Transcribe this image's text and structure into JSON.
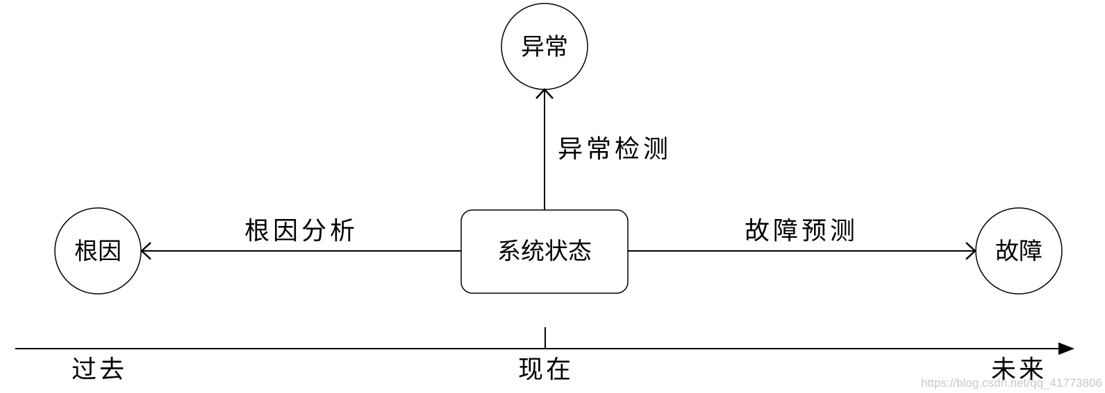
{
  "nodes": {
    "anomaly": "异常",
    "root_cause": "根因",
    "system_state": "系统状态",
    "fault": "故障"
  },
  "edges": {
    "anomaly_detection": "异常检测",
    "root_cause_analysis": "根因分析",
    "fault_prediction": "故障预测"
  },
  "timeline": {
    "past": "过去",
    "present": "现在",
    "future": "未来"
  },
  "watermark": "https://blog.csdn.net/qq_41773806",
  "colors": {
    "stroke": "#000000",
    "background": "#ffffff",
    "watermark": "#c8c8c8"
  }
}
